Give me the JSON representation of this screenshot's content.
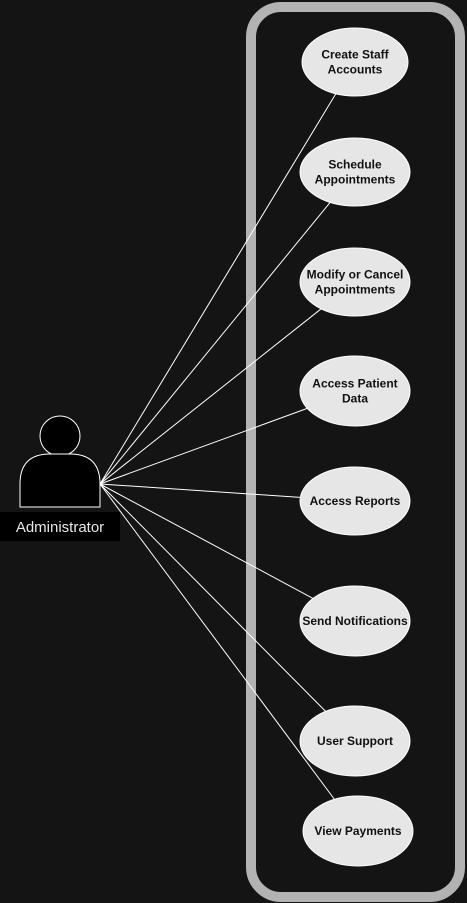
{
  "actor": {
    "label": "Administrator"
  },
  "use_cases": [
    {
      "lines": [
        "Create Staff",
        "Accounts"
      ]
    },
    {
      "lines": [
        "Schedule",
        "Appointments"
      ]
    },
    {
      "lines": [
        "Modify or Cancel",
        "Appointments"
      ]
    },
    {
      "lines": [
        "Access Patient",
        "Data"
      ]
    },
    {
      "lines": [
        "Access Reports"
      ]
    },
    {
      "lines": [
        "Send Notifications"
      ]
    },
    {
      "lines": [
        "User Support"
      ]
    },
    {
      "lines": [
        "View Payments"
      ]
    }
  ],
  "colors": {
    "background": "#141414",
    "boundary_stroke": "#b3b3b3",
    "use_case_fill": "#e6e6e6",
    "line": "#ffffff",
    "actor_fill": "#000000",
    "actor_stroke": "#ffffff"
  }
}
